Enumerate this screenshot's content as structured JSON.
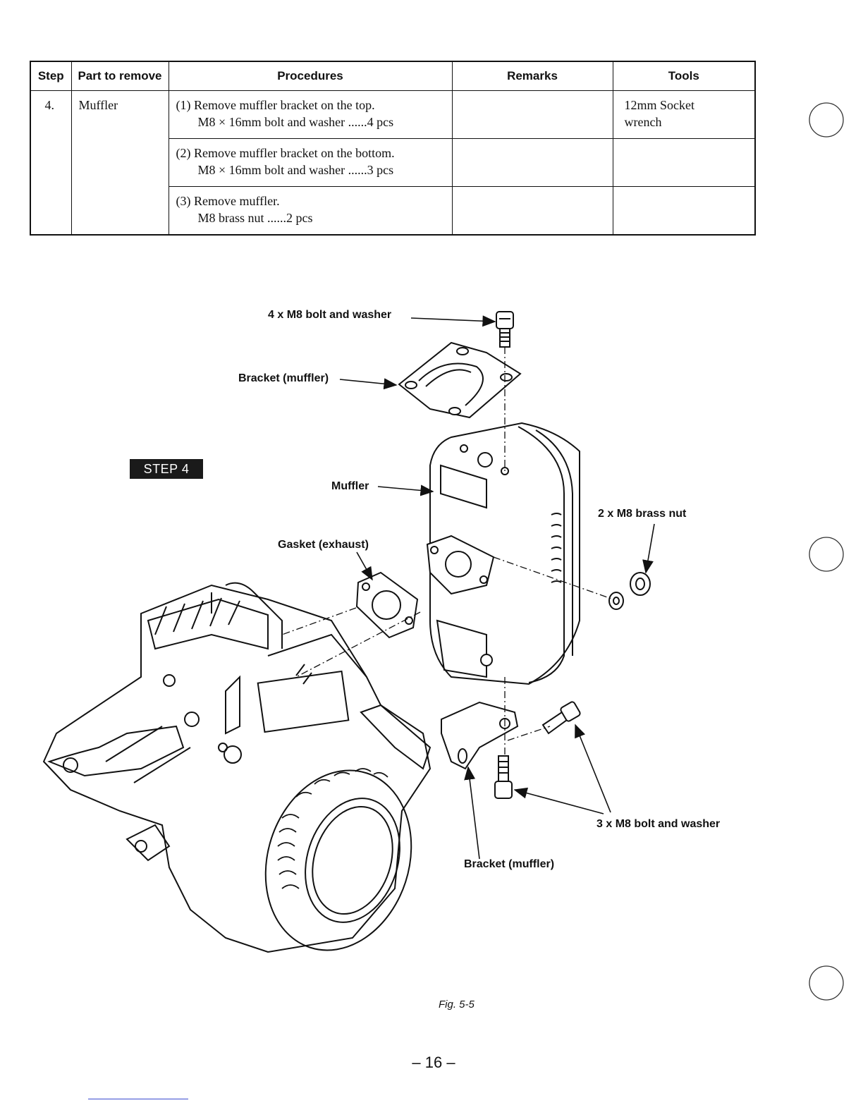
{
  "table": {
    "headers": {
      "step": "Step",
      "part": "Part to remove",
      "procedures": "Procedures",
      "remarks": "Remarks",
      "tools": "Tools"
    },
    "step": "4.",
    "part": "Muffler",
    "rows": [
      {
        "procedure_line1": "(1) Remove muffler bracket on the top.",
        "procedure_line2": "M8 × 16mm bolt and washer ......4 pcs",
        "remarks": "",
        "tools": "12mm Socket wrench"
      },
      {
        "procedure_line1": "(2) Remove muffler bracket on the bottom.",
        "procedure_line2": "M8 × 16mm bolt and washer ......3 pcs",
        "remarks": "",
        "tools": ""
      },
      {
        "procedure_line1": "(3) Remove muffler.",
        "procedure_line2": "M8 brass nut ......2 pcs",
        "remarks": "",
        "tools": ""
      }
    ]
  },
  "diagram": {
    "step_badge": "STEP 4",
    "labels": {
      "top_bolts": "4 x M8 bolt and washer",
      "top_bracket": "Bracket (muffler)",
      "muffler": "Muffler",
      "gasket": "Gasket (exhaust)",
      "brass_nuts": "2 x M8 brass nut",
      "bottom_bolts": "3 x M8 bolt and washer",
      "bottom_bracket": "Bracket (muffler)"
    }
  },
  "caption": "Fig. 5-5",
  "page_number": "– 16 –"
}
